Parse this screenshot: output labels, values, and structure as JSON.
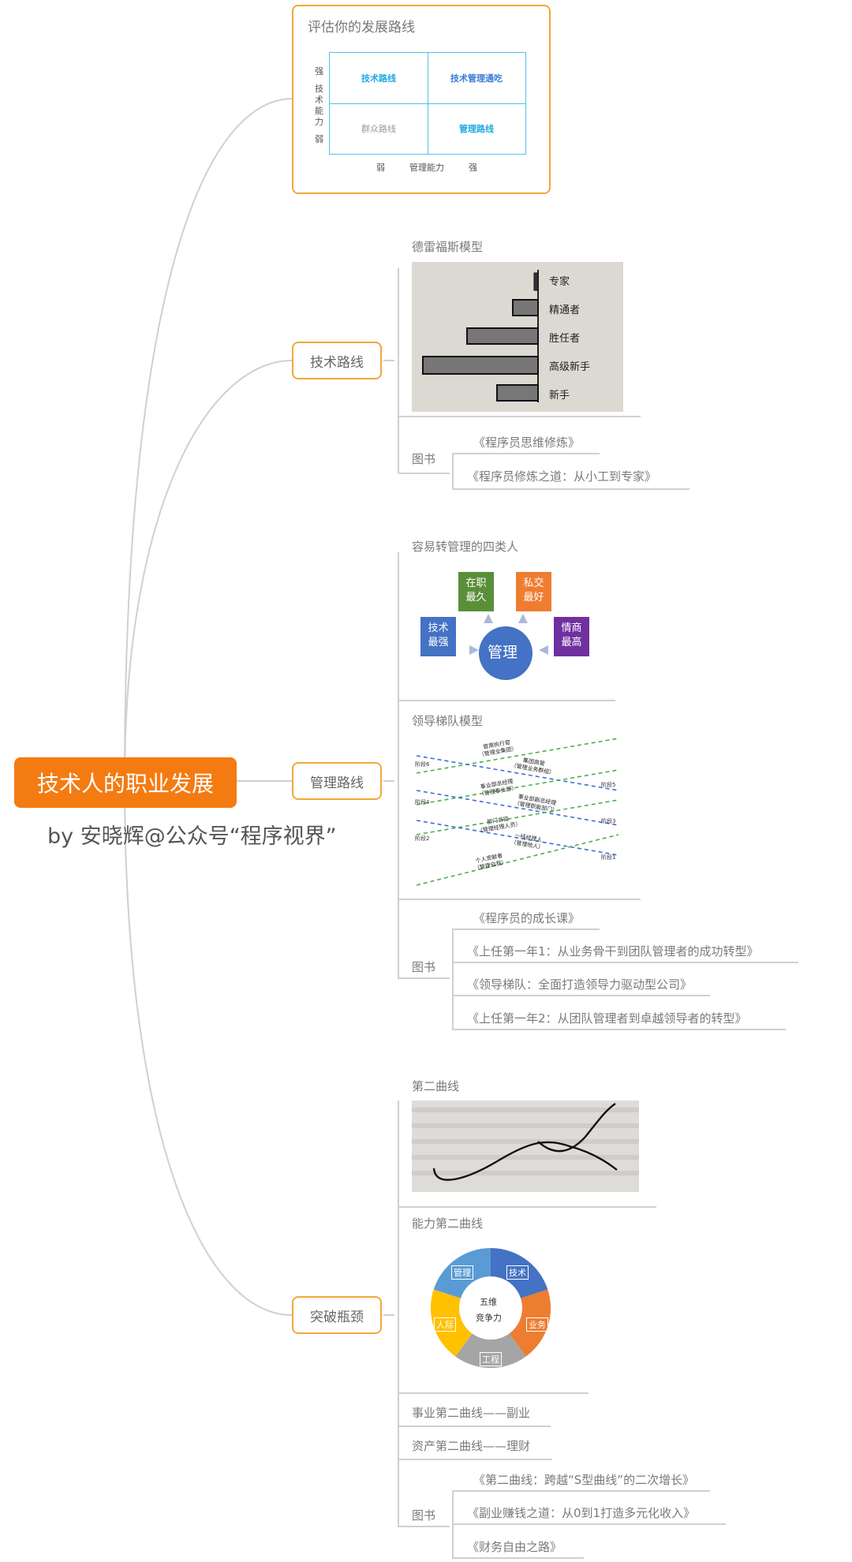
{
  "root": {
    "title": "技术人的职业发展",
    "byline": "by 安晓辉@公众号“程序视界”"
  },
  "assessment": {
    "title": "评估你的发展路线",
    "y_axis": {
      "strong": "强",
      "label_chars": [
        "技",
        "术",
        "能",
        "力"
      ],
      "weak": "弱"
    },
    "x_axis": {
      "weak": "弱",
      "label": "管理能力",
      "strong": "强"
    },
    "quadrants": {
      "top_left": "技术路线",
      "top_right": "技术管理通吃",
      "bottom_left": "群众路线",
      "bottom_right": "管理路线"
    },
    "colors": {
      "accent_blue": "#1eaadf",
      "strong_blue": "#3a7bd5",
      "border": "#4fc3e8"
    }
  },
  "tech_route": {
    "label": "技术路线",
    "dreyfus": {
      "title": "德雷福斯模型",
      "levels": [
        "专家",
        "精通者",
        "胜任者",
        "高级新手",
        "新手"
      ]
    },
    "books": {
      "label": "图书",
      "items": [
        "《程序员思维修炼》",
        "《程序员修炼之道：从小工到专家》"
      ]
    }
  },
  "mgmt_route": {
    "label": "管理路线",
    "four_types": {
      "title": "容易转管理的四类人",
      "center": "管理",
      "nodes": [
        {
          "text_1": "在职",
          "text_2": "最久",
          "color": "#5a8f3a"
        },
        {
          "text_1": "私交",
          "text_2": "最好",
          "color": "#ef7d31"
        },
        {
          "text_1": "技术",
          "text_2": "最强",
          "color": "#4472c4"
        },
        {
          "text_1": "情商",
          "text_2": "最高",
          "color": "#7030a0"
        }
      ]
    },
    "pipeline": {
      "title": "领导梯队模型",
      "stages": [
        {
          "title": "首席执行官",
          "sub": "（管理全集团）"
        },
        {
          "title": "集团高管",
          "sub": "（管理业务群组）"
        },
        {
          "title": "事业部总经理",
          "sub": "（管理事业部）"
        },
        {
          "title": "事业部副总经理",
          "sub": "（管理职能部门）"
        },
        {
          "title": "部门总监",
          "sub": "（管理经理人员）"
        },
        {
          "title": "一线经理人",
          "sub": "（管理他人）"
        },
        {
          "title": "个人贡献者",
          "sub": "（管理自我）"
        }
      ],
      "left_phases": [
        "阶段6",
        "阶段4",
        "阶段2"
      ],
      "right_phases": [
        "阶段5",
        "阶段3",
        "阶段1"
      ]
    },
    "books": {
      "label": "图书",
      "items": [
        "《程序员的成长课》",
        "《上任第一年1：从业务骨干到团队管理者的成功转型》",
        "《领导梯队：全面打造领导力驱动型公司》",
        "《上任第一年2：从团队管理者到卓越领导者的转型》"
      ]
    }
  },
  "breakthrough": {
    "label": "突破瓶颈",
    "second_curve": {
      "title": "第二曲线"
    },
    "ability_curve": {
      "title": "能力第二曲线",
      "center_1": "五维",
      "center_2": "竞争力",
      "segments": [
        {
          "label": "技术",
          "color": "#4472c4"
        },
        {
          "label": "业务",
          "color": "#ed7d31"
        },
        {
          "label": "工程",
          "color": "#a5a5a5"
        },
        {
          "label": "人际",
          "color": "#ffc000"
        },
        {
          "label": "管理",
          "color": "#5b9bd5"
        }
      ]
    },
    "career_curve": "事业第二曲线——副业",
    "asset_curve": "资产第二曲线——理财",
    "books": {
      "label": "图书",
      "items": [
        "《第二曲线：跨越“S型曲线”的二次增长》",
        "《副业赚钱之道：从0到1打造多元化收入》",
        "《财务自由之路》"
      ]
    }
  },
  "colors": {
    "root": "#f47b12",
    "branch_border": "#f2a73a",
    "connector": "#d0d0d0"
  }
}
